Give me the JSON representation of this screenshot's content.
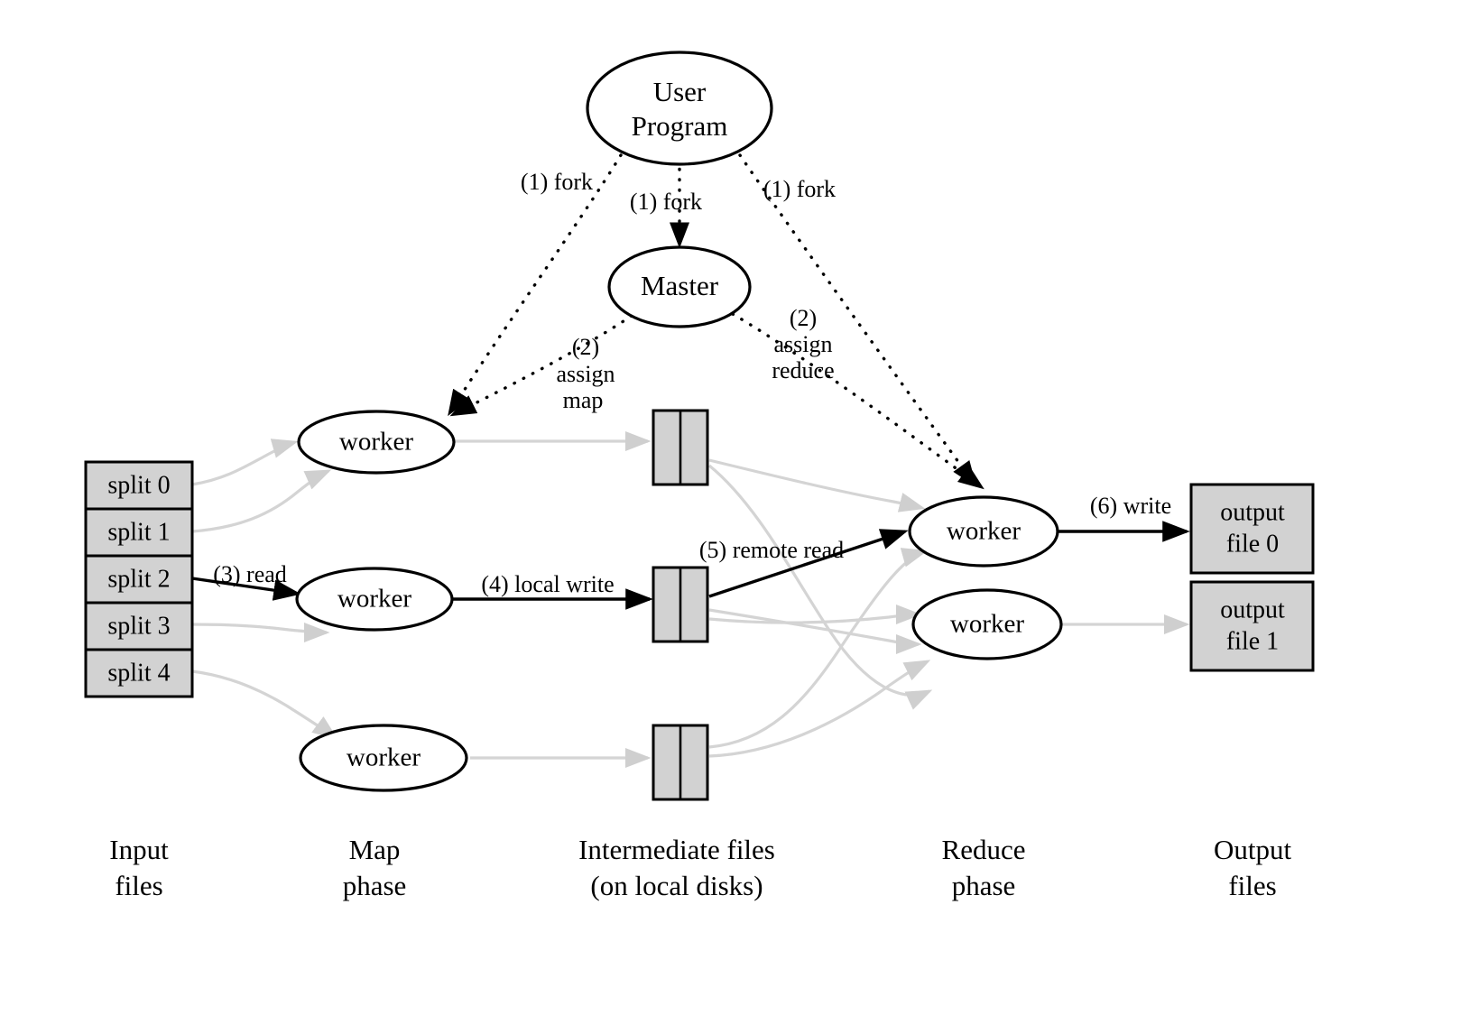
{
  "figure": {
    "type": "mapreduce-execution-overview",
    "background_color": "#ffffff",
    "node_fill_box": "#d2d2d2",
    "node_fill_ellipse": "#ffffff",
    "stroke_color": "#000000",
    "grey_edge_color": "#d4d4d4"
  },
  "nodes": {
    "user_program": {
      "line1": "User",
      "line2": "Program"
    },
    "master": {
      "label": "Master"
    },
    "map_workers": [
      {
        "label": "worker"
      },
      {
        "label": "worker"
      },
      {
        "label": "worker"
      }
    ],
    "reduce_workers": [
      {
        "label": "worker"
      },
      {
        "label": "worker"
      }
    ],
    "input_splits": [
      {
        "label": "split 0"
      },
      {
        "label": "split 1"
      },
      {
        "label": "split 2"
      },
      {
        "label": "split 3"
      },
      {
        "label": "split 4"
      }
    ],
    "intermediate_files": [
      {
        "label": ""
      },
      {
        "label": ""
      },
      {
        "label": ""
      }
    ],
    "output_files": [
      {
        "line1": "output",
        "line2": "file 0"
      },
      {
        "line1": "output",
        "line2": "file 1"
      }
    ]
  },
  "edge_labels": {
    "fork_left": "(1) fork",
    "fork_center": "(1) fork",
    "fork_right": "(1) fork",
    "assign_map_line1": "(2)",
    "assign_map_line2": "assign",
    "assign_map_line3": "map",
    "assign_reduce_line1": "(2)",
    "assign_reduce_line2": "assign",
    "assign_reduce_line3": "reduce",
    "read": "(3) read",
    "local_write": "(4) local write",
    "remote_read": "(5) remote read",
    "write": "(6) write"
  },
  "column_captions": [
    {
      "line1": "Input",
      "line2": "files"
    },
    {
      "line1": "Map",
      "line2": "phase"
    },
    {
      "line1": "Intermediate files",
      "line2": "(on local disks)"
    },
    {
      "line1": "Reduce",
      "line2": "phase"
    },
    {
      "line1": "Output",
      "line2": "files"
    }
  ]
}
